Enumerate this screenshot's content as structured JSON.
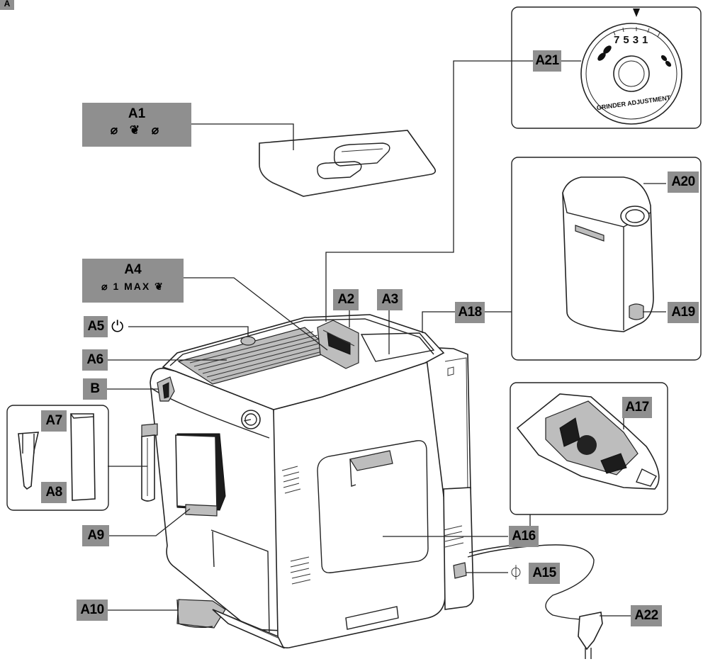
{
  "figure": {
    "corner_tag": "A",
    "labels": {
      "a1": "A1",
      "a2": "A2",
      "a3": "A3",
      "a4": "A4",
      "a5": "A5",
      "a6": "A6",
      "b": "B",
      "a7": "A7",
      "a8": "A8",
      "a9": "A9",
      "a10": "A10",
      "a15": "A15",
      "a16": "A16",
      "a17": "A17",
      "a18": "A18",
      "a19": "A19",
      "a20": "A20",
      "a21": "A21",
      "a22": "A22"
    },
    "a4_icons_text": "1 MAX",
    "a5_symbol": "⏻",
    "a15_symbol": "⏀",
    "dial": {
      "numbers": [
        "7",
        "5",
        "3",
        "1"
      ],
      "caption": "GRINDER ADJUSTMENT"
    }
  }
}
